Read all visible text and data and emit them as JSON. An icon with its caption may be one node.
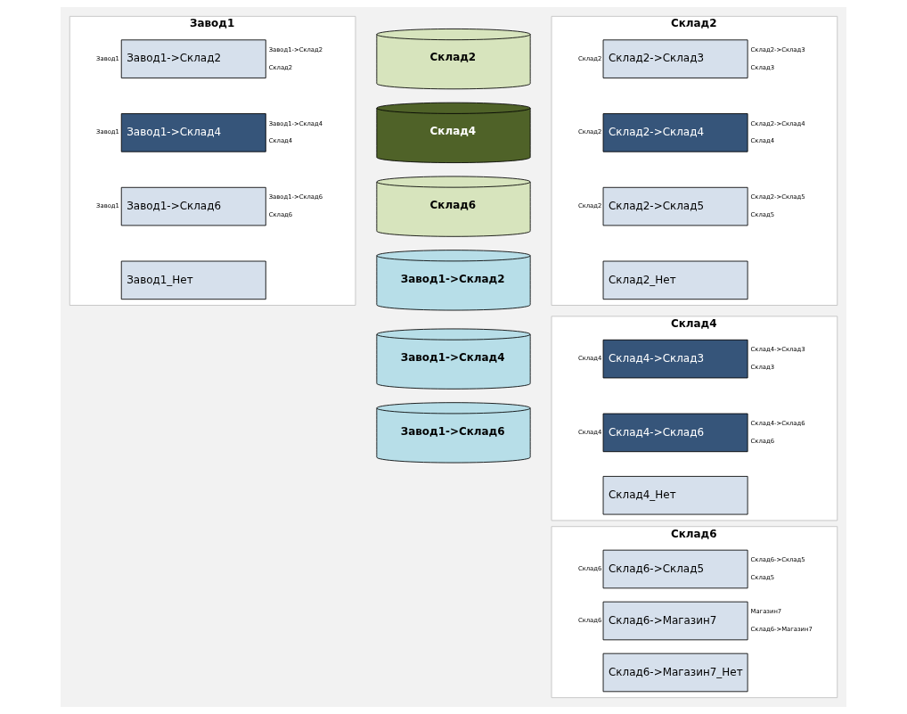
{
  "diagram": {
    "nodes": [
      {
        "text": [
          "Завод1"
        ]
      },
      {
        "text": [
          "Завод1->Склад2"
        ],
        "in": 0,
        "beside": [
          "Завод1",
          "Завод1->Склад2",
          "Склад2"
        ]
      },
      {
        "text": [
          "Завод1->Склад4"
        ],
        "in": 0,
        "beside": [
          "Завод1",
          "Завод1->Склад4",
          "Склад4"
        ]
      },
      {
        "text": [
          "Завод1->Склад6"
        ],
        "in": 0,
        "beside": [
          "Завод1",
          "Завод1->Склад6",
          "Склад6"
        ]
      },
      {
        "text": [
          "Завод1_Нет"
        ],
        "in": 0
      },
      {
        "text": [
          "Склад2"
        ]
      },
      {
        "text": [
          "Склад4"
        ]
      },
      {
        "text": [
          "Склад6"
        ]
      },
      {
        "text": [
          "Завод1->Склад2"
        ]
      },
      {
        "text": [
          "Завод1->Склад4"
        ]
      },
      {
        "text": [
          "Завод1->Склад6"
        ]
      },
      {
        "text": [
          "Склад2"
        ]
      },
      {
        "text": [
          "Склад2->Склад3"
        ],
        "in": 11,
        "beside": [
          "Склад2",
          "Склад2->Склад3",
          "Склад3"
        ]
      },
      {
        "text": [
          "Склад2->Склад4"
        ],
        "in": 11,
        "beside": [
          "Склад2",
          "Склад2->Склад4",
          "Склад4"
        ]
      },
      {
        "text": [
          "Склад2->Склад5"
        ],
        "in": 11,
        "beside": [
          "Склад2",
          "Склад2->Склад5",
          "Склад5"
        ]
      },
      {
        "text": [
          "Склад2_Нет"
        ],
        "in": 11
      },
      {
        "text": [
          "Склад4"
        ]
      },
      {
        "text": [
          "Склад4->Склад3"
        ],
        "in": 16,
        "beside": [
          "Склад4",
          "Склад4->Склад3",
          "Склад3"
        ]
      },
      {
        "text": [
          "Склад4->Склад6"
        ],
        "in": 16,
        "beside": [
          "Склад4",
          "Склад4->Склад6",
          "Склад6"
        ]
      },
      {
        "text": [
          "Склад4_Нет"
        ],
        "in": 16
      },
      {
        "text": [
          "Склад6"
        ]
      },
      {
        "text": [
          "Склад6->Склад5"
        ],
        "in": 20,
        "beside": [
          "Склад6",
          "Склад6->Склад5",
          "Склад5"
        ]
      },
      {
        "text": [
          "Склад6->Магазин7"
        ],
        "in": 20,
        "beside": [
          "Склад6",
          "Магазин7",
          "Склад6->Магазин7"
        ]
      },
      {
        "text": [
          "Склад6->Магазин7_Нет"
        ],
        "in": 20
      }
    ],
    "edges": []
  }
}
